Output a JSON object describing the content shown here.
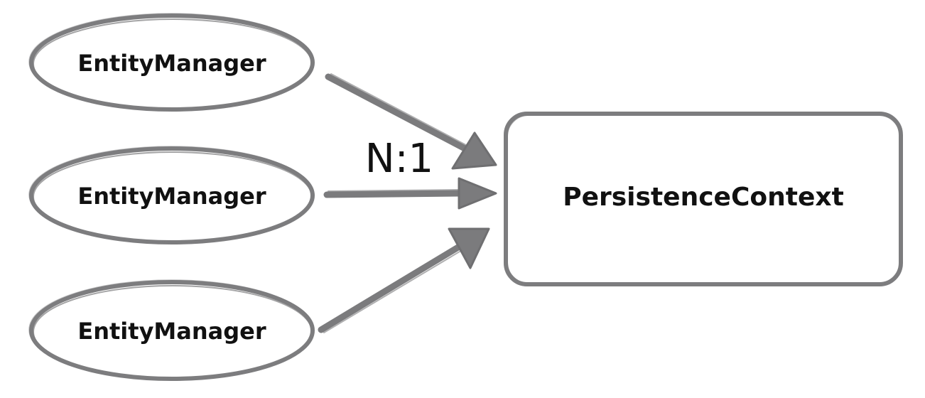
{
  "diagram": {
    "sources": [
      {
        "label": "EntityManager"
      },
      {
        "label": "EntityManager"
      },
      {
        "label": "EntityManager"
      }
    ],
    "target": {
      "label": "PersistenceContext"
    },
    "relation_label": "N:1",
    "stroke_color": "#7d7d7f",
    "text_color": "#111111"
  }
}
